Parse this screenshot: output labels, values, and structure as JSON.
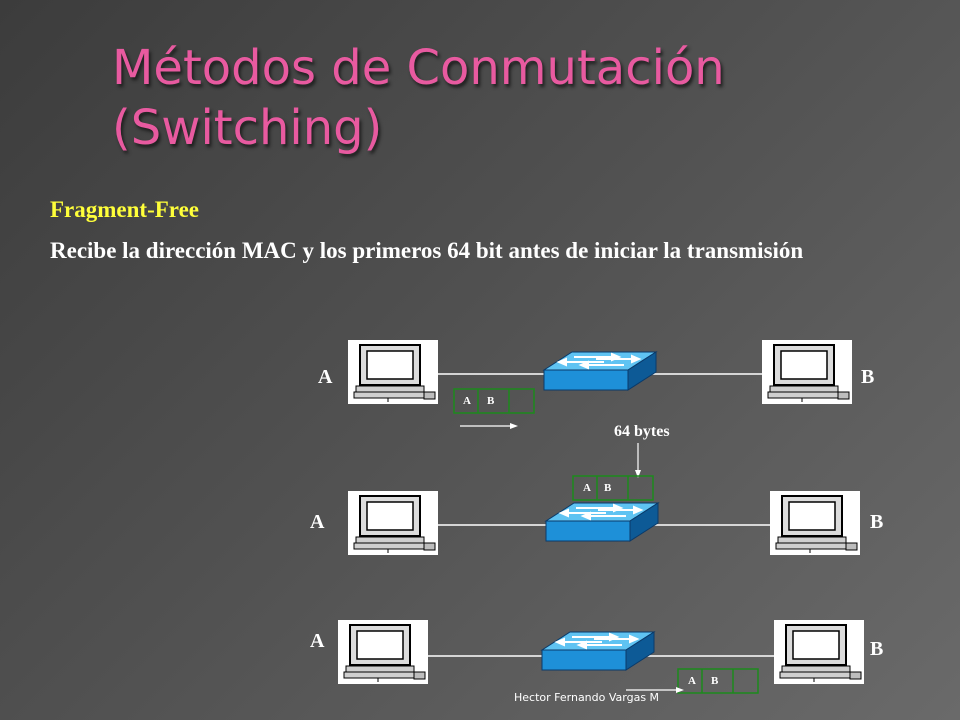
{
  "slide": {
    "title": "Métodos de Conmutación (Switching)",
    "subtitle": "Fragment-Free",
    "description": "Recibe la dirección MAC y los primeros 64 bit antes de iniciar la transmisión",
    "footer": "Hector Fernando Vargas M"
  },
  "diagram": {
    "size_label": "64 bytes",
    "rows": [
      {
        "left_label": "A",
        "right_label": "B",
        "frame_label_a": "A",
        "frame_label_b": "B"
      },
      {
        "left_label": "A",
        "right_label": "B",
        "frame_label_a": "A",
        "frame_label_b": "B"
      },
      {
        "left_label": "A",
        "right_label": "B",
        "frame_label_a": "A",
        "frame_label_b": "B"
      }
    ]
  },
  "colors": {
    "title": "#e85aa0",
    "subtitle": "#ffff3a",
    "frame_border": "#1c8a1c",
    "switch": "#1e90d8"
  },
  "icons": [
    "computer-icon",
    "switch-icon",
    "arrow-icon"
  ]
}
